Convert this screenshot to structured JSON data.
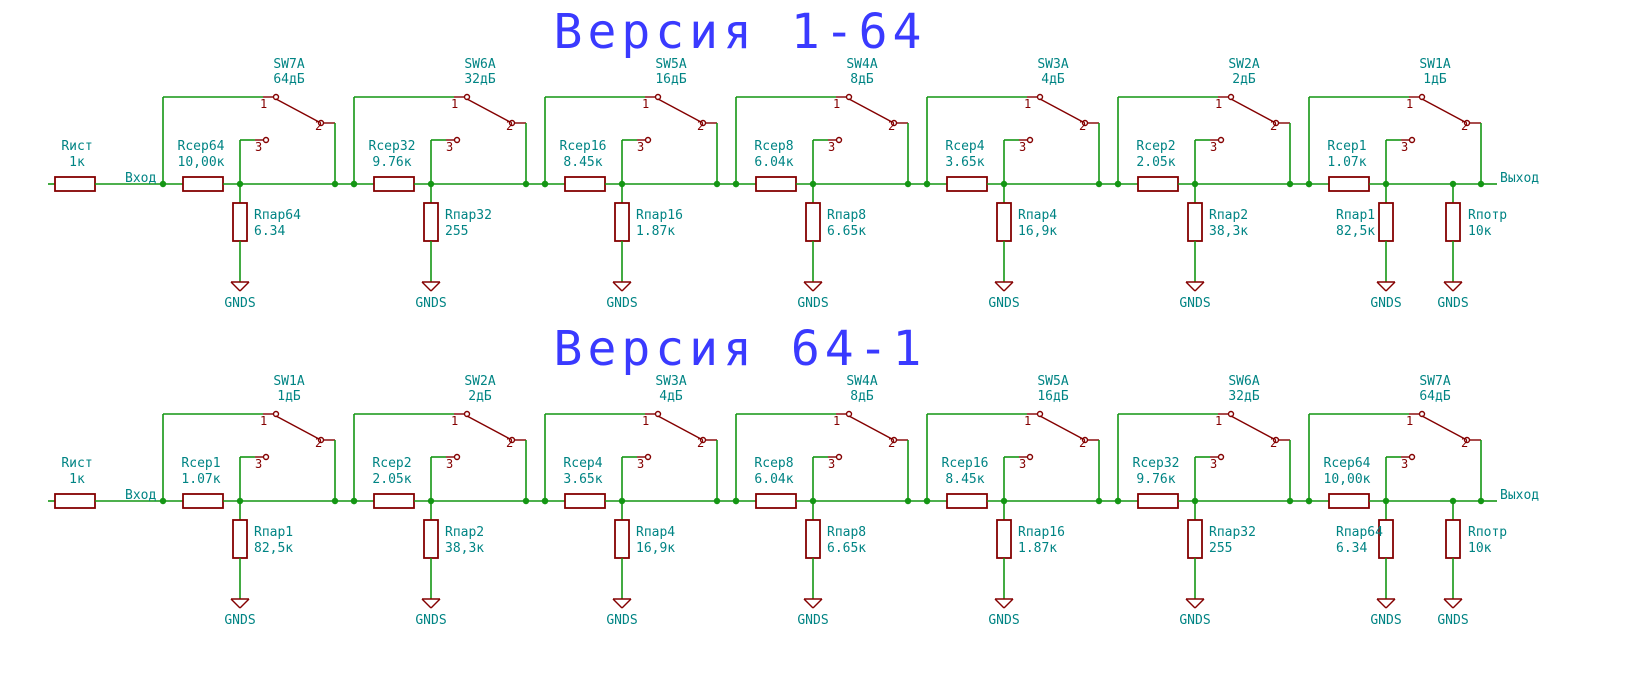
{
  "colors": {
    "background": "#ffffff",
    "title": "#3a3aff",
    "label": "#008484",
    "component": "#840000",
    "wire": "#149614"
  },
  "diagrams": [
    {
      "title": "Версия 1-64",
      "source_resistor": {
        "name": "Rист",
        "value": "1к"
      },
      "input_label": "Вход",
      "output_label": "Выход",
      "load_resistor": {
        "name": "Rпотр",
        "value": "10к"
      },
      "ground_label": "GNDS",
      "stages": [
        {
          "switch": "SW7A",
          "db": "64дБ",
          "series": {
            "name": "Rсер64",
            "value": "10,00к"
          },
          "shunt": {
            "name": "Rпар64",
            "value": "6.34"
          }
        },
        {
          "switch": "SW6A",
          "db": "32дБ",
          "series": {
            "name": "Rсер32",
            "value": "9.76к"
          },
          "shunt": {
            "name": "Rпар32",
            "value": "255"
          }
        },
        {
          "switch": "SW5A",
          "db": "16дБ",
          "series": {
            "name": "Rсер16",
            "value": "8.45к"
          },
          "shunt": {
            "name": "Rпар16",
            "value": "1.87к"
          }
        },
        {
          "switch": "SW4A",
          "db": "8дБ",
          "series": {
            "name": "Rсер8",
            "value": "6.04к"
          },
          "shunt": {
            "name": "Rпар8",
            "value": "6.65к"
          }
        },
        {
          "switch": "SW3A",
          "db": "4дБ",
          "series": {
            "name": "Rсер4",
            "value": "3.65к"
          },
          "shunt": {
            "name": "Rпар4",
            "value": "16,9к"
          }
        },
        {
          "switch": "SW2A",
          "db": "2дБ",
          "series": {
            "name": "Rсер2",
            "value": "2.05к"
          },
          "shunt": {
            "name": "Rпар2",
            "value": "38,3к"
          }
        },
        {
          "switch": "SW1A",
          "db": "1дБ",
          "series": {
            "name": "Rсер1",
            "value": "1.07к"
          },
          "shunt": {
            "name": "Rпар1",
            "value": "82,5к"
          }
        }
      ]
    },
    {
      "title": "Версия 64-1",
      "source_resistor": {
        "name": "Rист",
        "value": "1к"
      },
      "input_label": "Вход",
      "output_label": "Выход",
      "load_resistor": {
        "name": "Rпотр",
        "value": "10к"
      },
      "ground_label": "GNDS",
      "stages": [
        {
          "switch": "SW1A",
          "db": "1дБ",
          "series": {
            "name": "Rсер1",
            "value": "1.07к"
          },
          "shunt": {
            "name": "Rпар1",
            "value": "82,5к"
          }
        },
        {
          "switch": "SW2A",
          "db": "2дБ",
          "series": {
            "name": "Rсер2",
            "value": "2.05к"
          },
          "shunt": {
            "name": "Rпар2",
            "value": "38,3к"
          }
        },
        {
          "switch": "SW3A",
          "db": "4дБ",
          "series": {
            "name": "Rсер4",
            "value": "3.65к"
          },
          "shunt": {
            "name": "Rпар4",
            "value": "16,9к"
          }
        },
        {
          "switch": "SW4A",
          "db": "8дБ",
          "series": {
            "name": "Rсер8",
            "value": "6.04к"
          },
          "shunt": {
            "name": "Rпар8",
            "value": "6.65к"
          }
        },
        {
          "switch": "SW5A",
          "db": "16дБ",
          "series": {
            "name": "Rсер16",
            "value": "8.45к"
          },
          "shunt": {
            "name": "Rпар16",
            "value": "1.87к"
          }
        },
        {
          "switch": "SW6A",
          "db": "32дБ",
          "series": {
            "name": "Rсер32",
            "value": "9.76к"
          },
          "shunt": {
            "name": "Rпар32",
            "value": "255"
          }
        },
        {
          "switch": "SW7A",
          "db": "64дБ",
          "series": {
            "name": "Rсер64",
            "value": "10,00к"
          },
          "shunt": {
            "name": "Rпар64",
            "value": "6.34"
          }
        }
      ]
    }
  ]
}
